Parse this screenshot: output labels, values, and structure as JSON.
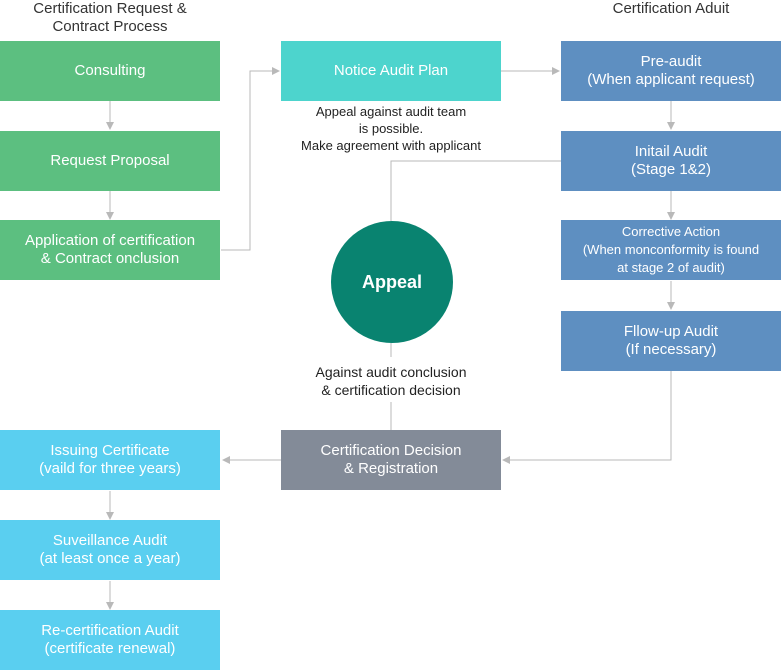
{
  "headings": {
    "left": [
      "Certification Request &",
      "Contract Process"
    ],
    "right": "Certification Aduit"
  },
  "boxes": {
    "consulting": "Consulting",
    "request_proposal": "Request Proposal",
    "application": [
      "Application of certification",
      "& Contract onclusion"
    ],
    "notice_audit_plan": "Notice Audit Plan",
    "pre_audit": [
      "Pre-audit",
      "(When applicant request)"
    ],
    "initial_audit": [
      "Initail Audit",
      "(Stage 1&2)"
    ],
    "corrective_action": [
      "Corrective Action",
      "(When monconformity is found",
      "at stage 2 of audit)"
    ],
    "follow_up_audit": [
      "Fllow-up Audit",
      "(If necessary)"
    ],
    "certification_decision": [
      "Certification Decision",
      "& Registration"
    ],
    "issuing_certificate": [
      "Issuing Certificate",
      "(vaild for three years)"
    ],
    "surveillance_audit": [
      "Suveillance Audit",
      "(at least once a year)"
    ],
    "recertification_audit": [
      "Re-certification Audit",
      "(certificate renewal)"
    ]
  },
  "appeal": "Appeal",
  "notes": {
    "appeal_team": [
      "Appeal against audit team",
      "is possible.",
      "Make agreement with applicant"
    ],
    "appeal_conclusion": [
      "Against audit conclusion",
      "& certification decision"
    ]
  },
  "colors": {
    "green": "#5cbf80",
    "teal": "#4dd4cd",
    "blue": "#5e8fc1",
    "gray": "#838b98",
    "sky": "#5acff0",
    "appeal": "#098370",
    "connector": "#b9b9b9"
  }
}
